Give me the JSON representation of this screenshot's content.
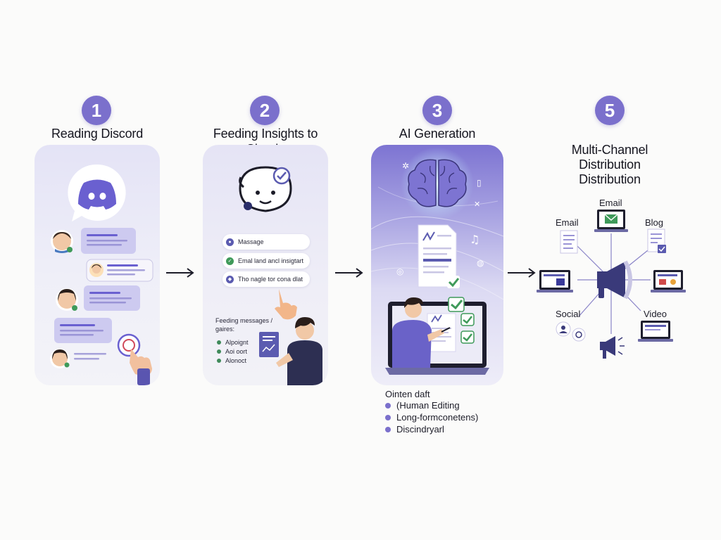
{
  "steps": [
    {
      "number": "1",
      "title": "Reading Discord"
    },
    {
      "number": "2",
      "title_line1": "Feeding Insights to",
      "title_line2": "Claude"
    },
    {
      "number": "3",
      "title": "AI Generation"
    },
    {
      "number": "5",
      "title_line1": "Multi-Channel",
      "title_line2": "Distribution",
      "title_line3": "Distribution"
    }
  ],
  "step2": {
    "pills": [
      "Massage",
      "Emal land ancl insigtart",
      "Tho nagle tor cona dlat"
    ],
    "feeding_label_line1": "Feeding messages /",
    "feeding_label_line2": "gaires:",
    "feeding_items": [
      "Alpoignt",
      "Aoi oort",
      "Alonoct"
    ]
  },
  "step3": {
    "draft_label": "Ointen daft",
    "draft_items": [
      "(Human Editing",
      "Long-formconetens)",
      "Discindryarl"
    ]
  },
  "step5": {
    "channels": {
      "email_top": "Email",
      "email_left": "Email",
      "blog": "Blog",
      "social": "Social",
      "video": "Video"
    }
  },
  "colors": {
    "accent": "#7b70cc",
    "discord": "#6a60d0",
    "check_green": "#3f9a5a",
    "card_lavender": "#e4e3f6"
  },
  "icons": [
    "discord-logo-icon",
    "face-icon",
    "brain-icon",
    "document-icon",
    "laptop-icon",
    "megaphone-icon",
    "arrow-right-icon",
    "check-icon"
  ]
}
